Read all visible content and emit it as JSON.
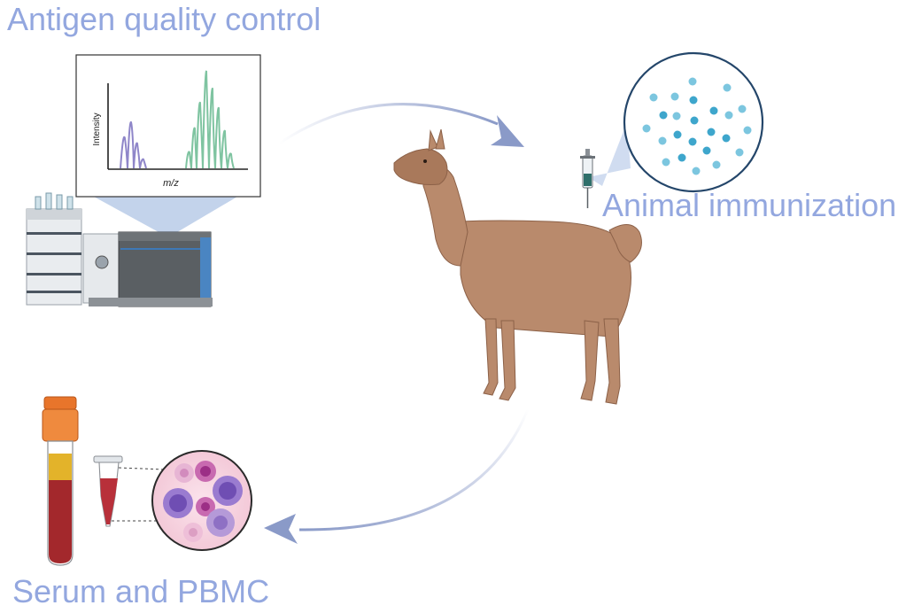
{
  "labels": {
    "antigen_qc": "Antigen quality control",
    "immunization": "Animal immunization",
    "serum": "Serum and PBMC"
  },
  "spectrum": {
    "ylabel": "Intensity",
    "xlabel": "m/z"
  },
  "colors": {
    "label": "#93a7df",
    "arrow": "#8a9ac8",
    "peak_purple": "#8f86c9",
    "peak_green": "#7fc4a1",
    "llama": "#b98a6c",
    "blood": "#a3282c",
    "serum_yellow": "#e3b32a",
    "cap_orange": "#e8752b"
  },
  "icons": [
    "mass-spectrometer-icon",
    "llama-icon",
    "syringe-icon",
    "antigen-dots-icon",
    "blood-tube-icon",
    "microtube-icon",
    "cells-icon"
  ]
}
